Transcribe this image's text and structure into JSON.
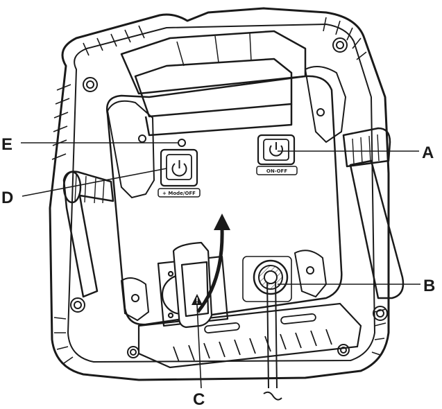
{
  "callouts": {
    "a": "A",
    "b": "B",
    "c": "C",
    "d": "D",
    "e": "E"
  },
  "button_labels": {
    "on_off": "ON-OFF",
    "mode": "+ Mode/OFF"
  },
  "icons": {
    "power": "power-icon",
    "warning": "warning-triangle-icon",
    "rotate": "rotate-arrow-icon"
  },
  "colors": {
    "line": "#1a1a1a",
    "background": "#ffffff"
  }
}
